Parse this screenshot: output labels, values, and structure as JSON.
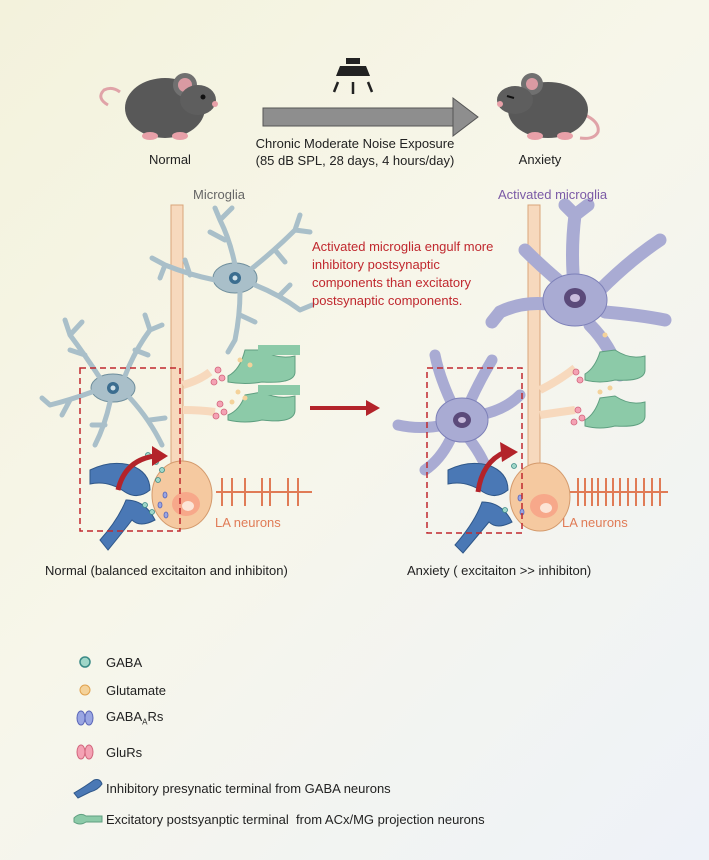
{
  "top": {
    "normal_label": "Normal",
    "anxiety_label": "Anxiety",
    "exposure_title": "Chronic Moderate Noise Exposure",
    "exposure_detail": "(85 dB SPL, 28 days, 4 hours/day)"
  },
  "left_panel": {
    "microglia_label": "Microglia",
    "neuron_label": "LA neurons",
    "caption": "Normal (balanced excitaiton and inhibiton)"
  },
  "right_panel": {
    "microglia_label": "Activated microglia",
    "neuron_label": "LA neurons",
    "caption": "Anxiety ( excitaiton >> inhibiton)"
  },
  "annotation": {
    "line1": "Activated microglia engulf more",
    "line2": "inhibitory postsynaptic",
    "line3": "components than excitatory",
    "line4": "postsynaptic components."
  },
  "legend": [
    {
      "icon": "gaba-dot-icon",
      "label": "GABA"
    },
    {
      "icon": "glutamate-dot-icon",
      "label": "Glutamate"
    },
    {
      "icon": "gabaa-receptor-icon",
      "label_main": "GABA",
      "label_sub": "A",
      "label_tail": "Rs"
    },
    {
      "icon": "glur-receptor-icon",
      "label": "GluRs"
    },
    {
      "icon": "inhibitory-terminal-icon",
      "label": "Inhibitory presynatic terminal from GABA neurons"
    },
    {
      "icon": "excitatory-terminal-icon",
      "label": "Excitatory postsyanptic terminal  from ACx/MG projection neurons"
    }
  ],
  "colors": {
    "microglia_normal": "#a9bfc9",
    "microglia_activated": "#a9abd3",
    "microglia_nucleus": "#3b6d8f",
    "neuron": "#f5c9a0",
    "dendrite": "#f7d9bd",
    "inhibitory_terminal": "#4a78b5",
    "excitatory_terminal": "#8ccaa8",
    "arrow_red": "#b3232a",
    "spike": "#e07b56",
    "annotation_red": "#c0282e",
    "activated_label": "#7b5aa6",
    "mouse": "#555555"
  }
}
